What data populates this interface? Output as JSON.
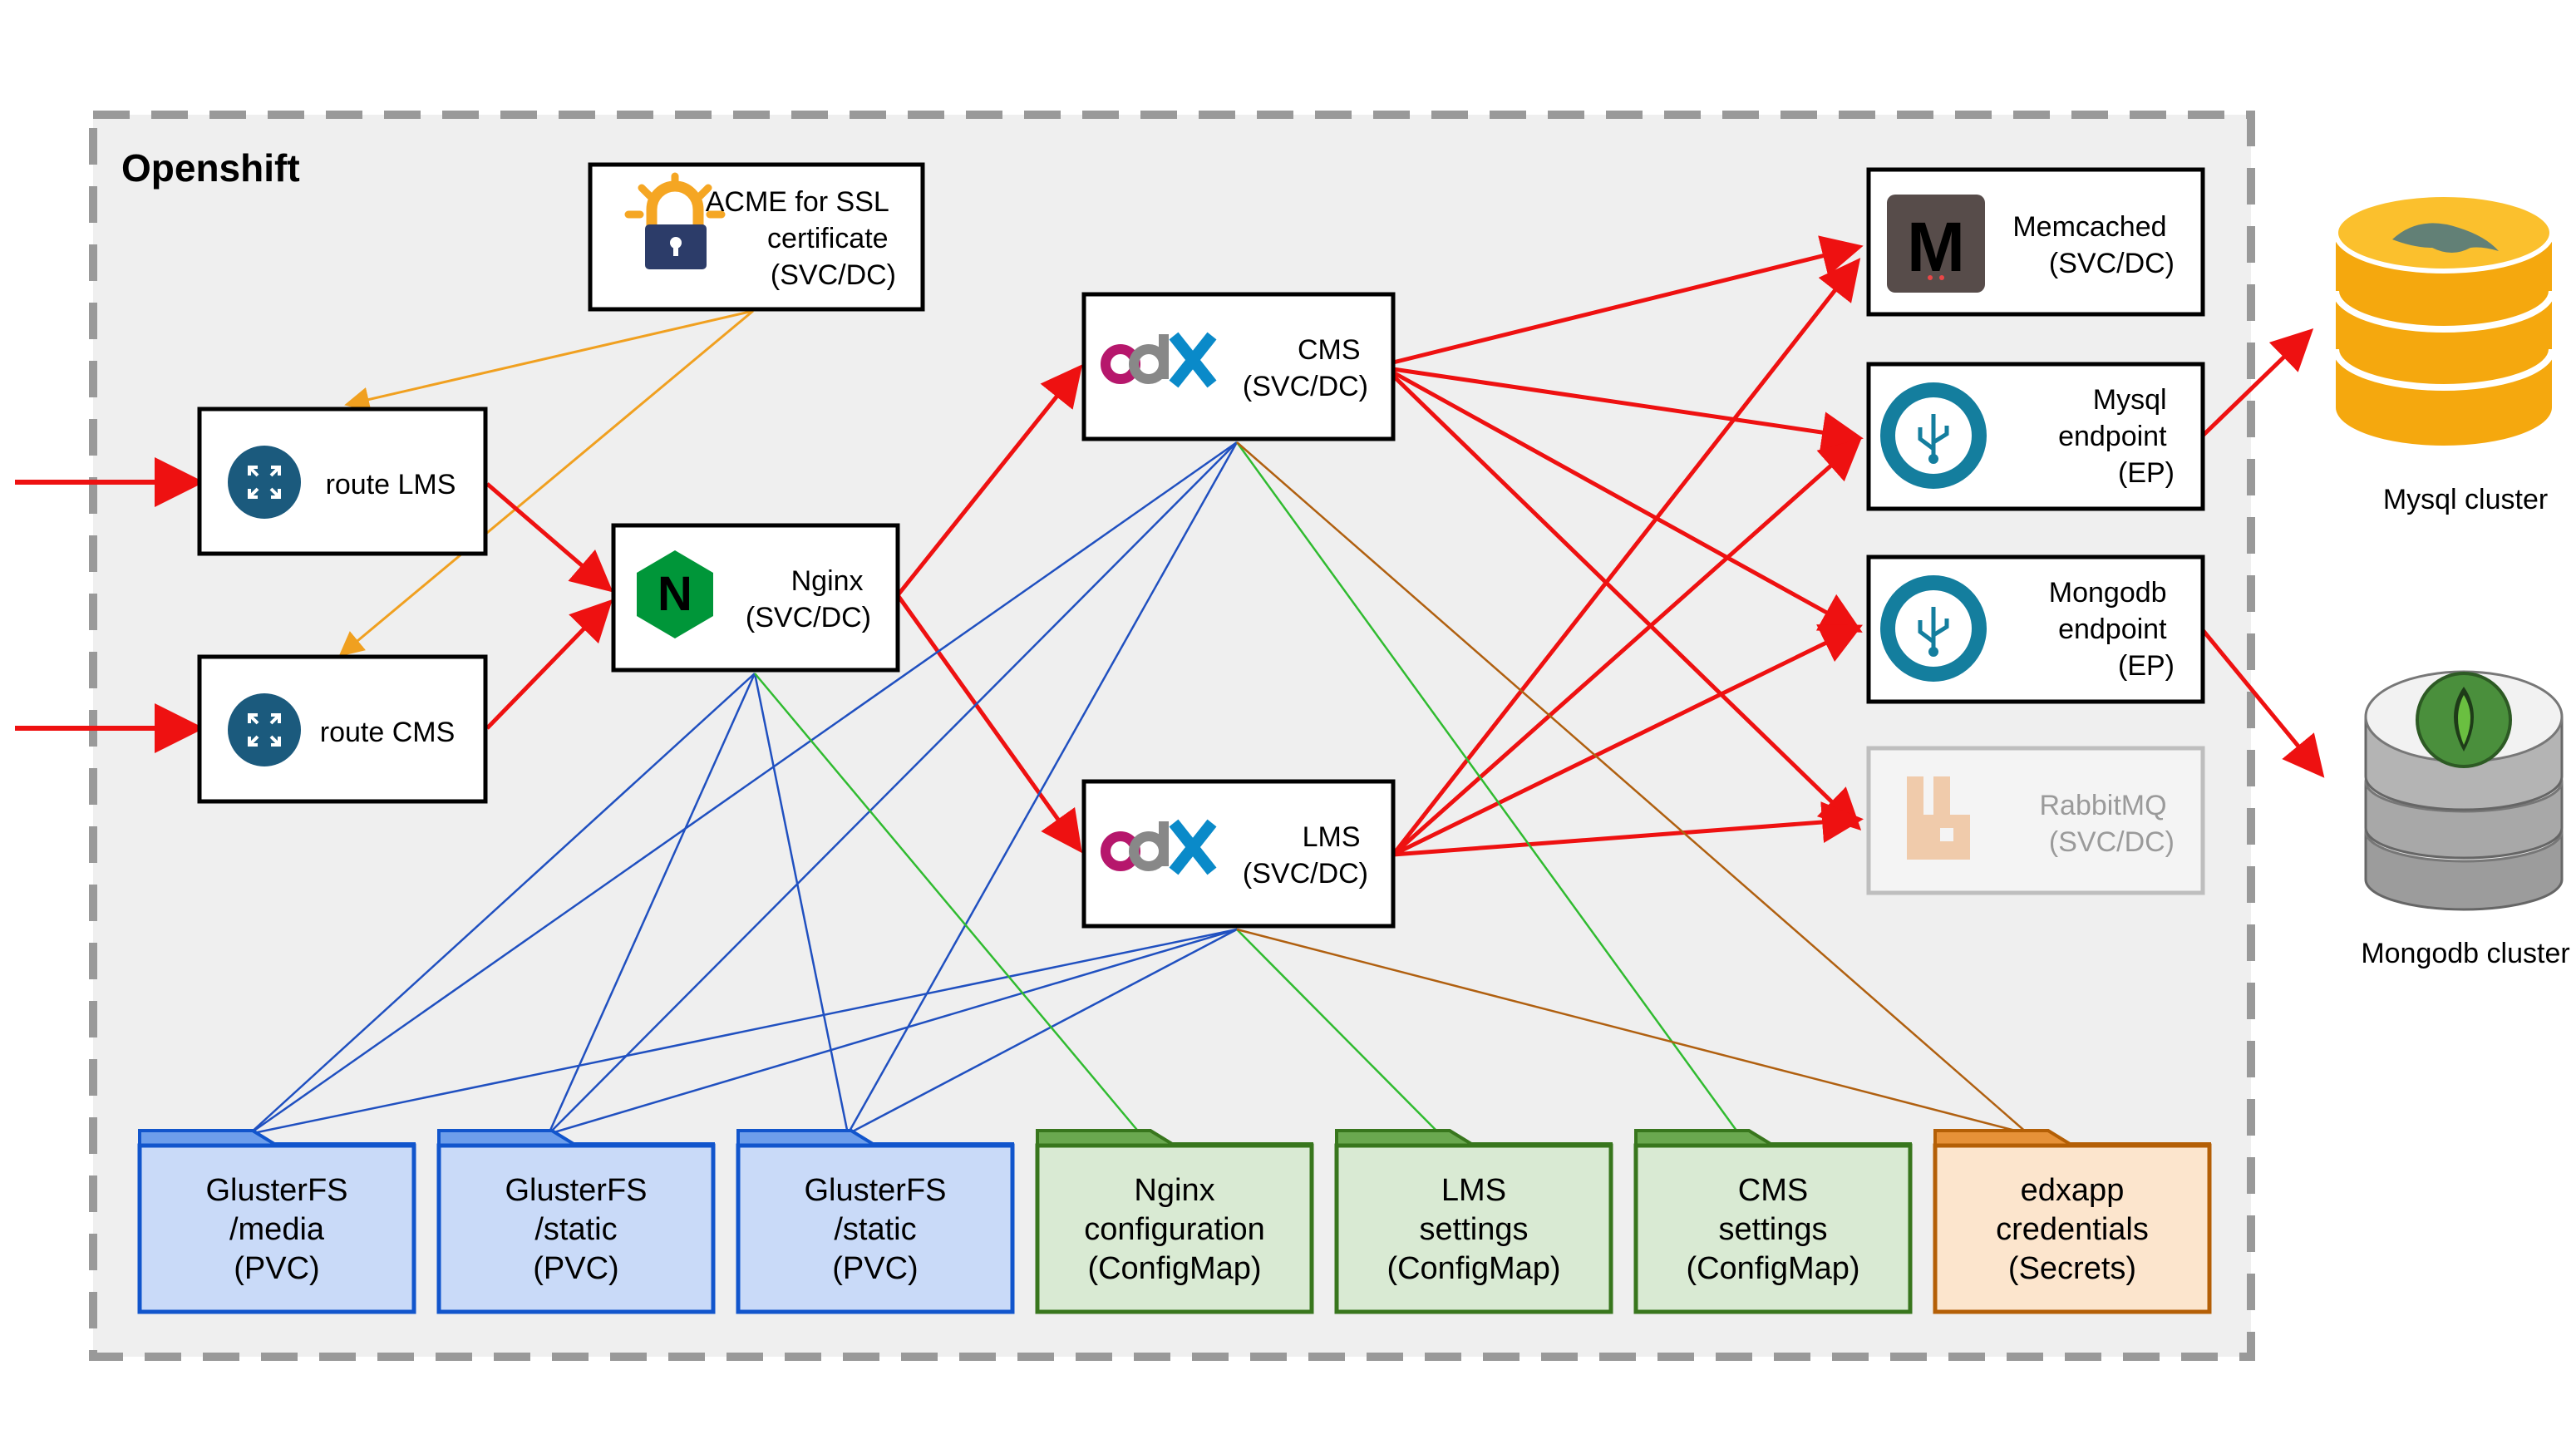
{
  "cluster": {
    "title": "Openshift"
  },
  "nodes": {
    "acme": {
      "lines": [
        "ACME for SSL",
        "certificate",
        "(SVC/DC)"
      ],
      "icon": "lock-icon"
    },
    "route_lms": {
      "label": "route LMS",
      "icon": "route-arrows-icon"
    },
    "route_cms": {
      "label": "route CMS",
      "icon": "route-arrows-icon"
    },
    "nginx": {
      "lines": [
        "Nginx",
        "(SVC/DC)"
      ],
      "icon": "nginx-icon",
      "icon_text": "N"
    },
    "cms": {
      "lines": [
        "CMS",
        "(SVC/DC)"
      ],
      "icon": "edx-logo-icon"
    },
    "lms": {
      "lines": [
        "LMS",
        "(SVC/DC)"
      ],
      "icon": "edx-logo-icon"
    },
    "memcached": {
      "lines": [
        "Memcached",
        "(SVC/DC)"
      ],
      "icon": "memcached-icon",
      "icon_text": "M"
    },
    "mysql_ep": {
      "lines": [
        "Mysql",
        "endpoint",
        "(EP)"
      ],
      "icon": "usb-endpoint-icon"
    },
    "mongo_ep": {
      "lines": [
        "Mongodb",
        "endpoint",
        "(EP)"
      ],
      "icon": "usb-endpoint-icon"
    },
    "rabbitmq": {
      "lines": [
        "RabbitMQ",
        "(SVC/DC)"
      ],
      "icon": "rabbitmq-icon"
    }
  },
  "external": {
    "mysql_cluster": {
      "label": "Mysql cluster",
      "icon": "mysql-database-icon"
    },
    "mongo_cluster": {
      "label": "Mongodb cluster",
      "icon": "mongodb-database-icon"
    }
  },
  "volumes": [
    {
      "lines": [
        "GlusterFS",
        "/media",
        "(PVC)"
      ],
      "kind": "pvc"
    },
    {
      "lines": [
        "GlusterFS",
        "/static",
        "(PVC)"
      ],
      "kind": "pvc"
    },
    {
      "lines": [
        "GlusterFS",
        "/static",
        "(PVC)"
      ],
      "kind": "pvc"
    },
    {
      "lines": [
        "Nginx",
        "configuration",
        "(ConfigMap)"
      ],
      "kind": "configmap"
    },
    {
      "lines": [
        "LMS",
        "settings",
        "(ConfigMap)"
      ],
      "kind": "configmap"
    },
    {
      "lines": [
        "CMS",
        "settings",
        "(ConfigMap)"
      ],
      "kind": "configmap"
    },
    {
      "lines": [
        "edxapp",
        "credentials",
        "(Secrets)"
      ],
      "kind": "secret"
    }
  ],
  "colors": {
    "traffic": "#ee1111",
    "acme_link": "#f0a020",
    "pvc_link": "#2050c0",
    "configmap_link": "#30bb30",
    "secret_link": "#b06010",
    "pvc_fill": "#c9daf8",
    "pvc_stroke": "#1155cc",
    "pvc_tab": "#6d9eeb",
    "configmap_fill": "#d9ead3",
    "configmap_stroke": "#38761d",
    "configmap_tab": "#6aa84f",
    "secret_fill": "#fce5cd",
    "secret_stroke": "#b45f06",
    "secret_tab": "#e69138",
    "cluster_bg": "#efefef",
    "cluster_border": "#999999"
  }
}
